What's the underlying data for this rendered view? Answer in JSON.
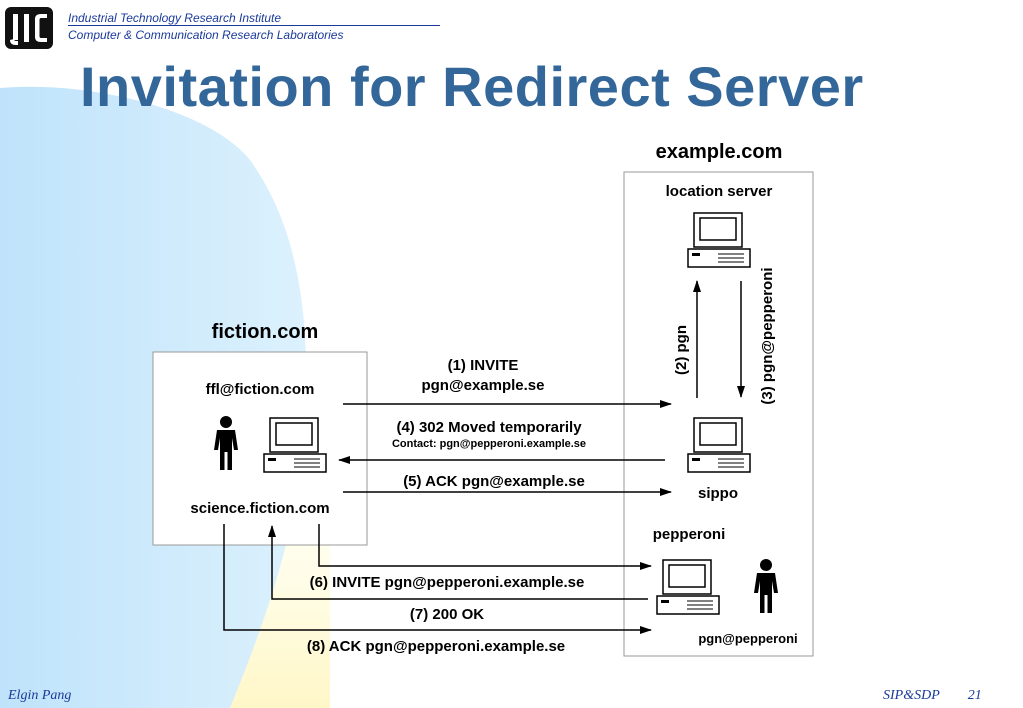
{
  "header": {
    "institute": "Industrial Technology Research Institute",
    "lab": "Computer & Communication Research Laboratories",
    "title": "Invitation for Redirect Server"
  },
  "domains": {
    "left": "fiction.com",
    "right": "example.com"
  },
  "hosts": {
    "caller_user": "ffl@fiction.com",
    "caller_host": "science.fiction.com",
    "location_server": "location server",
    "redirect_server": "sippo",
    "callee_host": "pepperoni",
    "callee_user": "pgn@pepperoni"
  },
  "messages": {
    "m1_line1": "(1) INVITE",
    "m1_line2": "pgn@example.se",
    "m2": "(2) pgn",
    "m3": "(3) pgn@pepperoni",
    "m4_line1": "(4) 302 Moved temporarily",
    "m4_line2": "Contact: pgn@pepperoni.example.se",
    "m5": "(5) ACK pgn@example.se",
    "m6": "(6) INVITE pgn@pepperoni.example.se",
    "m7": "(7) 200 OK",
    "m8": "(8) ACK pgn@pepperoni.example.se"
  },
  "footer": {
    "author": "Elgin Pang",
    "topic": "SIP&SDP",
    "page": "21"
  },
  "colors": {
    "title": "#336699",
    "header_text": "#1a3a9a",
    "background_blob": "#cfe9fb",
    "background_yellow": "#fffbd6"
  },
  "icons": [
    "logo-icon",
    "computer-icon",
    "person-icon",
    "arrow-icon"
  ]
}
